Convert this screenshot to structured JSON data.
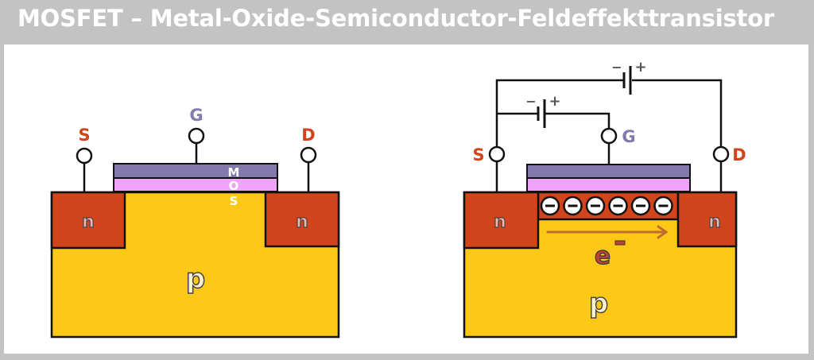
{
  "title": "MOSFET – Metal-Oxide-Semiconductor-Feldeffekttransistor",
  "colors": {
    "background": "#c3c3c3",
    "panel": "#ffffff",
    "n_region": "#d2451c",
    "p_substrate": "#fdc916",
    "metal_gate": "#8479ad",
    "oxide": "#efa4fa",
    "terminal_label_sd": "#d2451c",
    "terminal_label_g": "#8479ad",
    "electron_arrow": "#c26b2e",
    "electron_label": "#b8443c",
    "battery": "#555555",
    "wire": "#000000"
  },
  "left_diagram": {
    "state": "off",
    "terminals": {
      "source": "S",
      "gate": "G",
      "drain": "D"
    },
    "mos_letters": [
      "M",
      "O",
      "S"
    ],
    "n_left": "n",
    "n_right": "n",
    "substrate": "p"
  },
  "right_diagram": {
    "state": "on",
    "terminals": {
      "source": "S",
      "gate": "G",
      "drain": "D"
    },
    "n_left": "n",
    "n_right": "n",
    "substrate": "p",
    "channel_charges": [
      "−",
      "−",
      "−",
      "−",
      "−",
      "−"
    ],
    "electron_label": "e",
    "electron_superscript": "−",
    "battery_gate": {
      "minus": "−",
      "plus": "+"
    },
    "battery_drain": {
      "minus": "−",
      "plus": "+"
    }
  }
}
